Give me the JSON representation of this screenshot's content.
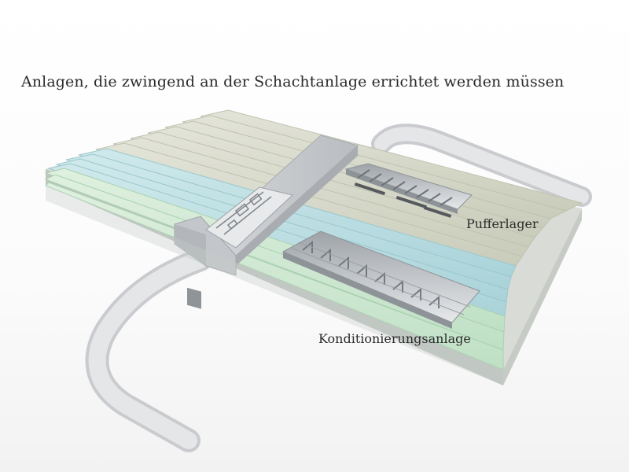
{
  "title": "Anlagen, die zwingend an der Schachtanlage errichtet werden müssen",
  "labels": {
    "pufferlager": "Pufferlager",
    "konditionierungsanlage": "Konditionierungsanlage"
  },
  "colors": {
    "storage_rows_beige": "#d6d8c8",
    "storage_rows_blue": "#b9dde2",
    "storage_rows_green": "#cfe8d2",
    "building_grey": "#c7c9cc",
    "road_grey": "#d7d9dc",
    "text": "#2a2a2a"
  }
}
